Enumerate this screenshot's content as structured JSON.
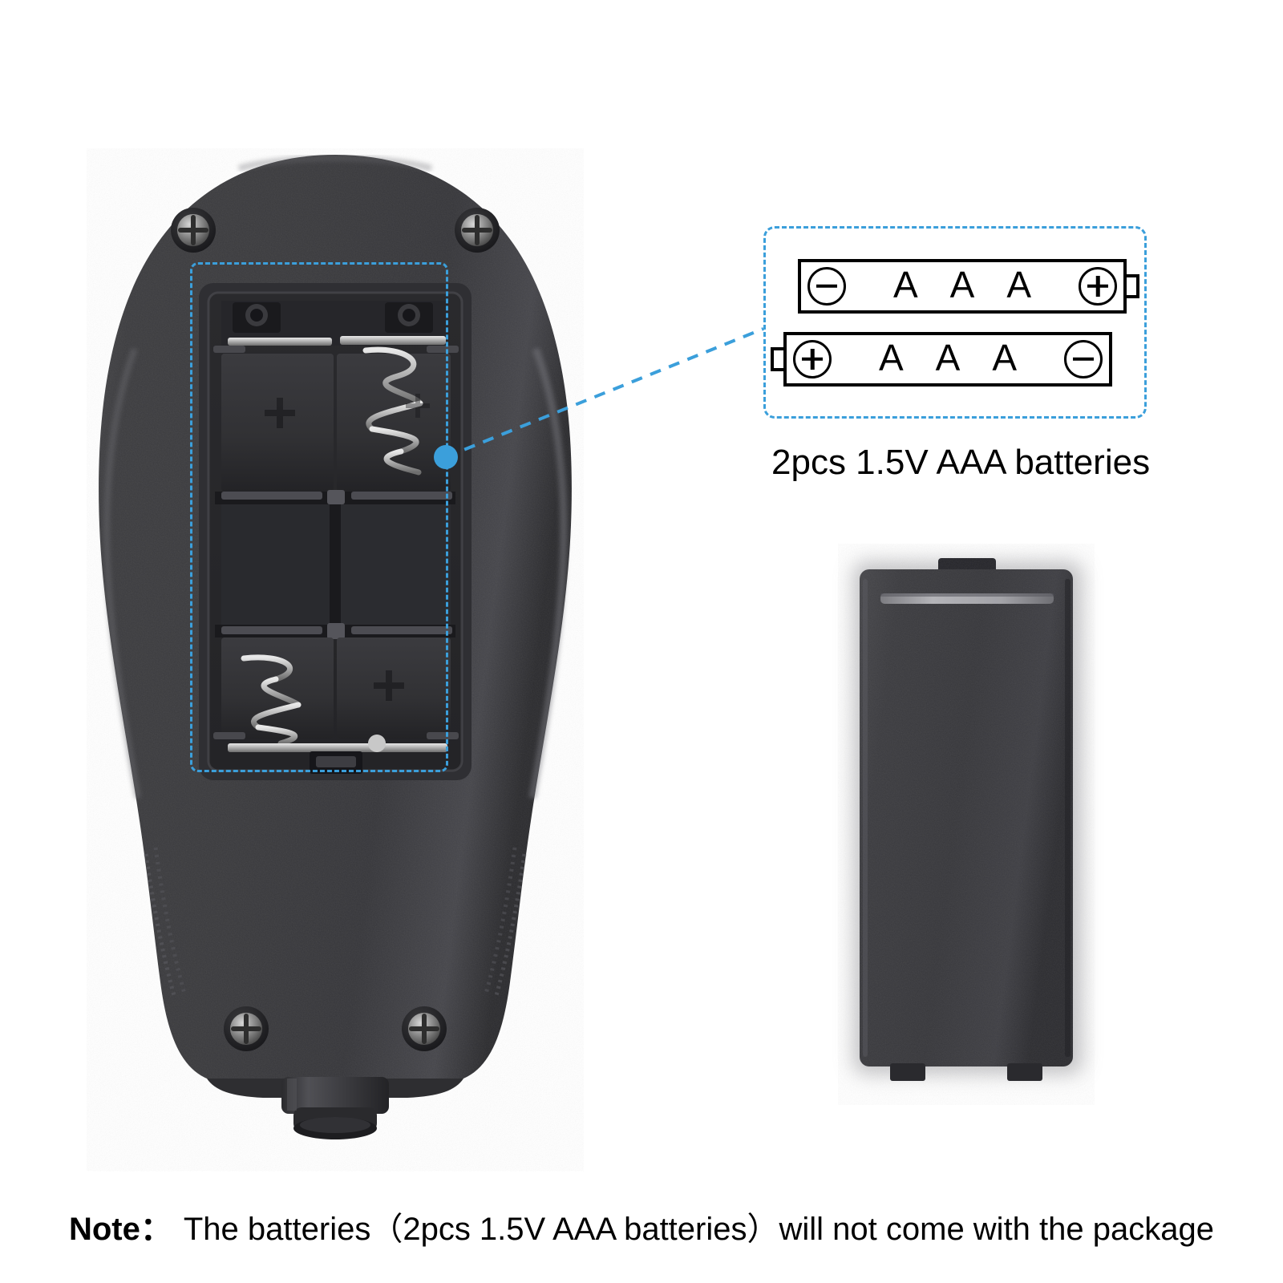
{
  "device": {
    "name": "coating-thickness-gauge",
    "description": "Back of handheld paint coating thickness gauge with battery compartment open",
    "body_color": "#3a3a3c",
    "screws": [
      {
        "position": "top-left"
      },
      {
        "position": "top-right"
      },
      {
        "position": "bottom-left"
      },
      {
        "position": "bottom-right"
      }
    ],
    "battery_compartment": {
      "slots": [
        {
          "index": 1,
          "position": "top-left",
          "marking": "+",
          "contact": "flat"
        },
        {
          "index": 2,
          "position": "top-right",
          "marking": "spring",
          "contact": "spring"
        },
        {
          "index": 3,
          "position": "bottom-left",
          "marking": "spring",
          "contact": "spring"
        },
        {
          "index": 4,
          "position": "bottom-right",
          "marking": "+",
          "contact": "flat"
        }
      ]
    },
    "probe": {
      "name": "measuring-probe",
      "shape": "cylinder"
    }
  },
  "callout": {
    "highlight_color": "#3b9fdb",
    "anchor_dot_color": "#3b9fdb",
    "caption": "2pcs 1.5V AAA batteries",
    "batteries": [
      {
        "index": 1,
        "orientation": "negative-left",
        "left_terminal": "−",
        "right_terminal": "+",
        "label": "A A A",
        "letters": [
          "A",
          "A",
          "A"
        ],
        "nub_side": "right"
      },
      {
        "index": 2,
        "orientation": "positive-left",
        "left_terminal": "+",
        "right_terminal": "−",
        "label": "A A A",
        "letters": [
          "A",
          "A",
          "A"
        ],
        "nub_side": "left"
      }
    ]
  },
  "battery_cover": {
    "name": "battery-compartment-cover",
    "color": "#3a3a3c",
    "features": [
      "top-groove",
      "top-tab",
      "bottom-tabs"
    ]
  },
  "note": {
    "label": "Note：",
    "text": "The batteries（2pcs 1.5V AAA batteries）will not come with the package"
  }
}
